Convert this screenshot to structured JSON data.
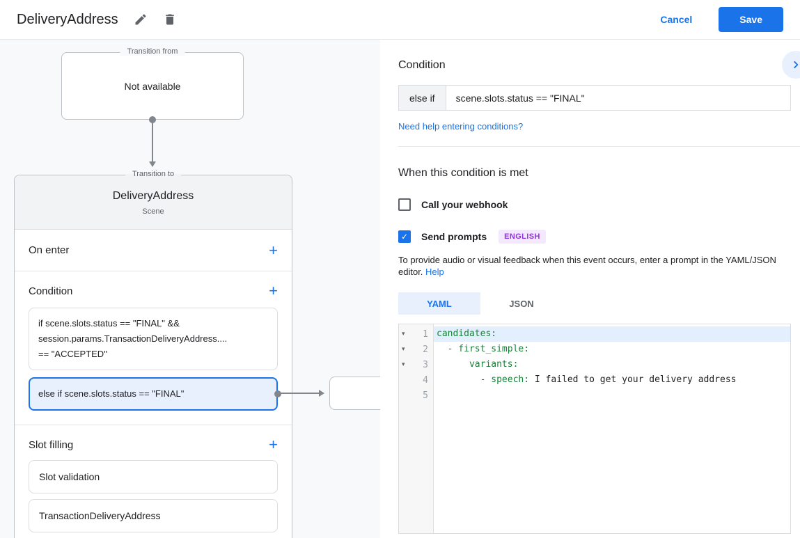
{
  "colors": {
    "accent": "#1a73e8",
    "selection-bg": "#e8f0fe",
    "badge-bg": "#f3e8fd",
    "badge-text": "#9334e6",
    "code-key": "#188038",
    "canvas-bg": "#f8f9fa"
  },
  "header": {
    "title": "DeliveryAddress",
    "cancel_label": "Cancel",
    "save_label": "Save"
  },
  "canvas": {
    "transition_from": {
      "label": "Transition from",
      "content": "Not available"
    },
    "transition_to": {
      "label": "Transition to",
      "title": "DeliveryAddress",
      "subtitle": "Scene",
      "on_enter_label": "On enter",
      "condition_label": "Condition",
      "condition_items": [
        {
          "selected": false,
          "lines": [
            "if scene.slots.status == \"FINAL\" &&",
            "session.params.TransactionDeliveryAddress....",
            "== \"ACCEPTED\""
          ]
        },
        {
          "selected": true,
          "lines": [
            "else if scene.slots.status == \"FINAL\""
          ]
        }
      ],
      "slot_filling_label": "Slot filling",
      "slot_items": [
        "Slot validation",
        "TransactionDeliveryAddress"
      ]
    }
  },
  "panel": {
    "title": "Condition",
    "condition_prefix": "else if",
    "condition_value": "scene.slots.status == \"FINAL\"",
    "help_link": "Need help entering conditions?",
    "section_title": "When this condition is met",
    "webhook_label": "Call your webhook",
    "webhook_checked": false,
    "prompts_label": "Send prompts",
    "prompts_checked": true,
    "language_badge": "ENGLISH",
    "description": "To provide audio or visual feedback when this event occurs, enter a prompt in the YAML/JSON editor.",
    "description_link": "Help",
    "tabs": [
      {
        "label": "YAML",
        "active": true
      },
      {
        "label": "JSON",
        "active": false
      }
    ],
    "editor": {
      "lines": [
        {
          "num": "1",
          "fold": true,
          "active": true,
          "segments": [
            {
              "text": "candidates:",
              "type": "key"
            }
          ]
        },
        {
          "num": "2",
          "fold": true,
          "active": false,
          "segments": [
            {
              "text": "  - first_simple:",
              "type": "key"
            }
          ]
        },
        {
          "num": "3",
          "fold": true,
          "active": false,
          "segments": [
            {
              "text": "      variants:",
              "type": "key"
            }
          ]
        },
        {
          "num": "4",
          "fold": false,
          "active": false,
          "segments": [
            {
              "text": "        - speech:",
              "type": "key"
            },
            {
              "text": " I failed to get your delivery address",
              "type": "value"
            }
          ]
        },
        {
          "num": "5",
          "fold": false,
          "active": false,
          "segments": []
        }
      ]
    }
  }
}
